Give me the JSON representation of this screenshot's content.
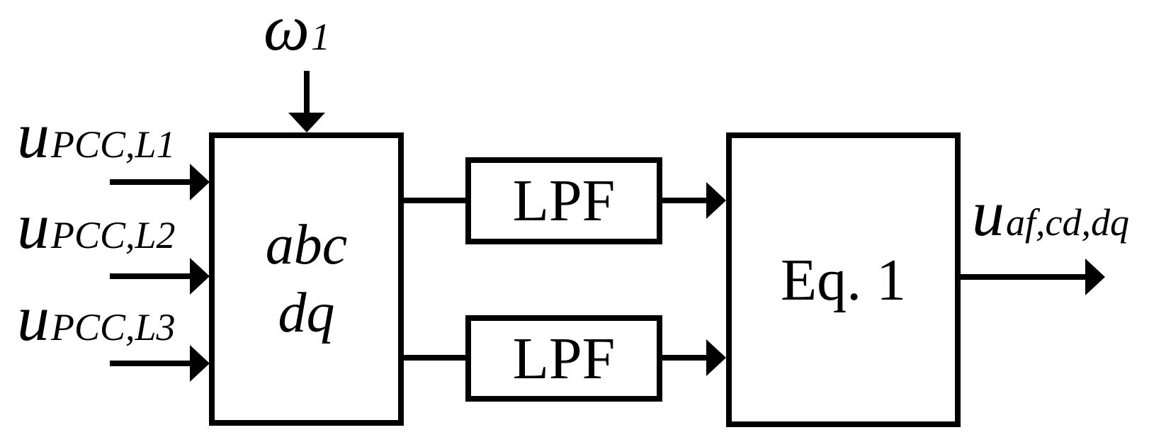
{
  "figure": {
    "type": "block-diagram",
    "colors": {
      "background": "#ffffff",
      "stroke": "#000000",
      "text": "#000000"
    },
    "blocks": [
      {
        "id": "abc-dq",
        "lines": [
          "abc",
          "dq"
        ]
      },
      {
        "id": "lpf-top",
        "label": "LPF"
      },
      {
        "id": "lpf-bottom",
        "label": "LPF"
      },
      {
        "id": "eq1",
        "label": "Eq. 1"
      }
    ],
    "signals": {
      "omega": {
        "base": "ω",
        "sub": "1"
      },
      "inputs": [
        {
          "base": "u",
          "sub": "PCC,L1"
        },
        {
          "base": "u",
          "sub": "PCC,L2"
        },
        {
          "base": "u",
          "sub": "PCC,L3"
        }
      ],
      "output": {
        "base": "u",
        "sub": "af,cd,dq"
      }
    }
  }
}
